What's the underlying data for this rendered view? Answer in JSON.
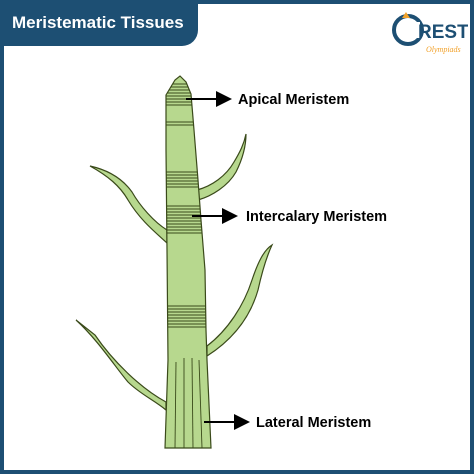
{
  "header": {
    "title": "Meristematic Tissues",
    "accent_color": "#1d4f73"
  },
  "logo": {
    "text": "REST",
    "tagline": "Olympiads",
    "mark": "C",
    "brand_color": "#1d4f73",
    "accent_color": "#f2a22b"
  },
  "diagram": {
    "stem_color": "#b7d88e",
    "outline_color": "#3a4a1a",
    "band_color": "#3a4a1a",
    "labels": {
      "apical": "Apical Meristem",
      "intercalary": "Intercalary Meristem",
      "lateral": "Lateral Meristem"
    }
  }
}
